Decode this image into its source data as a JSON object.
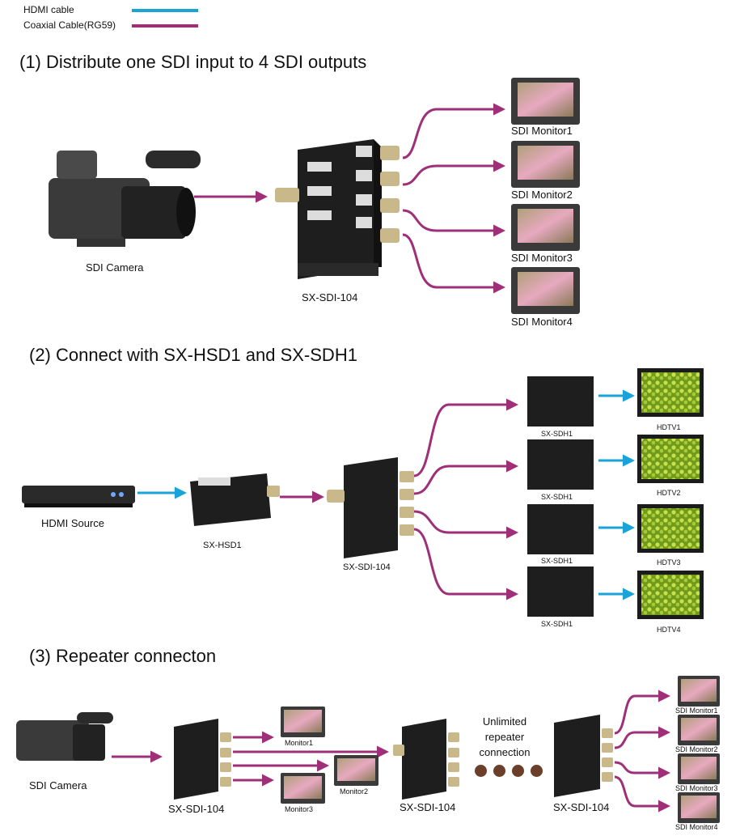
{
  "legend": {
    "hdmi": {
      "label": "HDMI cable",
      "color": "#1aa3d9"
    },
    "coax": {
      "label": "Coaxial Cable(RG59)",
      "color": "#9e2f78"
    }
  },
  "section1": {
    "title": "(1)  Distribute one SDI input to 4 SDI outputs",
    "camera_label": "SDI Camera",
    "splitter_label": "SX-SDI-104",
    "monitors": [
      "SDI Monitor1",
      "SDI Monitor2",
      "SDI Monitor3",
      "SDI Monitor4"
    ]
  },
  "section2": {
    "title": "(2)  Connect  with  SX-HSD1 and SX-SDH1",
    "source_label": "HDMI Source",
    "hsd_label": "SX-HSD1",
    "splitter_label": "SX-SDI-104",
    "converters": [
      "SX-SDH1",
      "SX-SDH1",
      "SX-SDH1",
      "SX-SDH1"
    ],
    "tvs": [
      "HDTV1",
      "HDTV2",
      "HDTV3",
      "HDTV4"
    ]
  },
  "section3": {
    "title": "(3)  Repeater connecton",
    "camera_label": "SDI Camera",
    "splitter_labels": [
      "SX-SDI-104",
      "SX-SDI-104",
      "SX-SDI-104"
    ],
    "monitors": [
      "Monitor1",
      "Monitor2",
      "Monitor3"
    ],
    "repeater_text": [
      "Unlimited",
      "repeater",
      "connection"
    ],
    "end_monitors": [
      "SDI Monitor1",
      "SDI Monitor2",
      "SDI Monitor3",
      "SDI Monitor4"
    ]
  }
}
